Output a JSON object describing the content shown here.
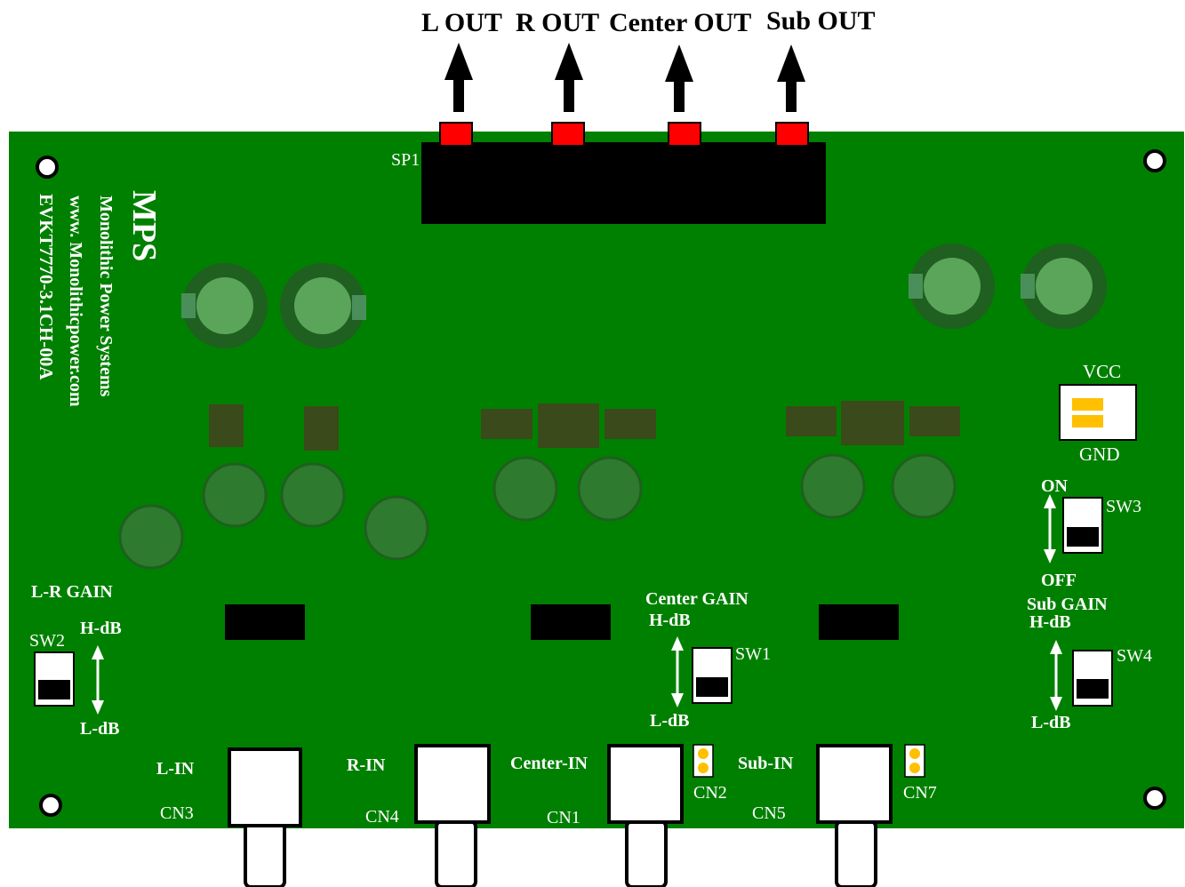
{
  "outputs": [
    "L OUT",
    "R OUT",
    "Center OUT",
    "Sub OUT"
  ],
  "connector_label": "SP1",
  "brand": {
    "logo": "MPS",
    "company": "Monolithic Power Systems",
    "website": "www. Monolithicpower.com",
    "model": "EVKT7770-3.1CH-00A"
  },
  "power": {
    "vcc": "VCC",
    "gnd": "GND"
  },
  "switches": {
    "sw1": "SW1",
    "sw2": "SW2",
    "sw3": "SW3",
    "sw4": "SW4"
  },
  "gain_groups": {
    "lr": {
      "title": "L-R GAIN",
      "high": "H-dB",
      "low": "L-dB"
    },
    "center": {
      "title": "Center GAIN",
      "high": "H-dB",
      "low": "L-dB"
    },
    "sub": {
      "title": "Sub GAIN",
      "high": "H-dB",
      "low": "L-dB"
    }
  },
  "sw3_states": {
    "on": "ON",
    "off": "OFF"
  },
  "inputs": [
    {
      "label": "L-IN",
      "connector": "CN3"
    },
    {
      "label": "R-IN",
      "connector": "CN4"
    },
    {
      "label": "Center-IN",
      "connector": "CN1"
    },
    {
      "label": "Sub-IN",
      "connector": "CN5"
    }
  ],
  "jumpers": {
    "cn2": "CN2",
    "cn7": "CN7"
  },
  "colors": {
    "board": "#008000",
    "board_outline": "#006400",
    "pad_red": "#ff0000",
    "ic_black": "#000000",
    "capacitor_ring": "#1f5f1f",
    "capacitor_light": "#5aa55a",
    "component_dark": "#2e6b2e",
    "smd": "#3a4a1a",
    "jumper_gold": "#ffc000"
  }
}
